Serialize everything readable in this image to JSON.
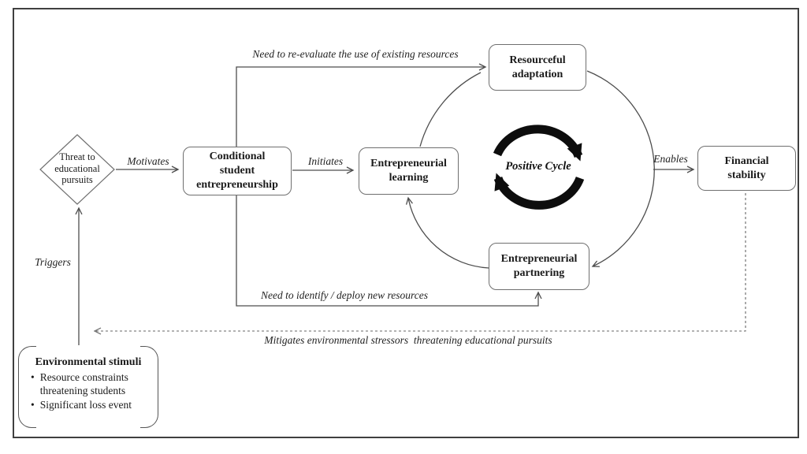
{
  "figure": {
    "nodes": {
      "threat": {
        "label": "Threat to educational pursuits"
      },
      "conditional": {
        "label": "Conditional student entrepreneurship"
      },
      "learning": {
        "label": "Entrepreneurial learning"
      },
      "adaptation": {
        "label": "Resourceful adaptation"
      },
      "partnering": {
        "label": "Entrepreneurial partnering"
      },
      "financial": {
        "label": "Financial stability"
      }
    },
    "stimuli": {
      "title": "Environmental stimuli",
      "bullet_char": "•",
      "bullets": [
        "Resource constraints threatening students",
        "Significant loss event"
      ]
    },
    "edge_labels": {
      "motivates": "Motivates",
      "initiates": "Initiates",
      "enables": "Enables",
      "triggers": "Triggers",
      "positive_cycle": "Positive Cycle",
      "reevaluate": "Need to re-evaluate the use of existing resources",
      "identify": "Need to identify / deploy new resources",
      "mitigates": "Mitigates environmental stressors  threatening educational pursuits"
    }
  }
}
